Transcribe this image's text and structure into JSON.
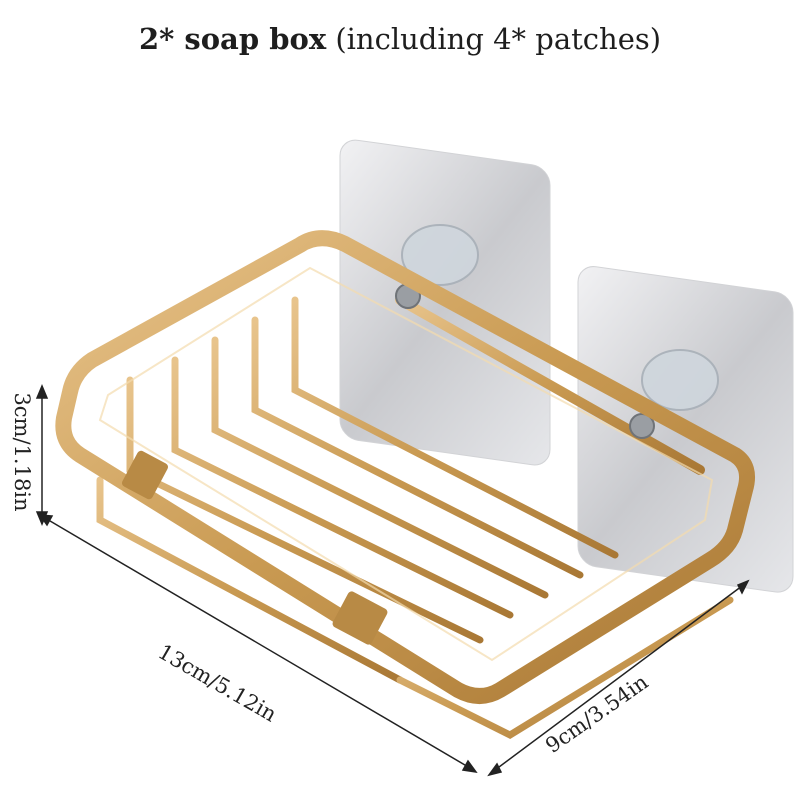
{
  "title": {
    "bold": "2* soap box",
    "rest": "(including 4* patches)"
  },
  "dimensions": {
    "height": "3cm/1.18in",
    "length": "13cm/5.12in",
    "width": "9cm/3.54in"
  },
  "colors": {
    "gold": "#c99a52",
    "gold_dark": "#a97835",
    "gold_light": "#e8c48c",
    "patch": "#dcdde0"
  }
}
